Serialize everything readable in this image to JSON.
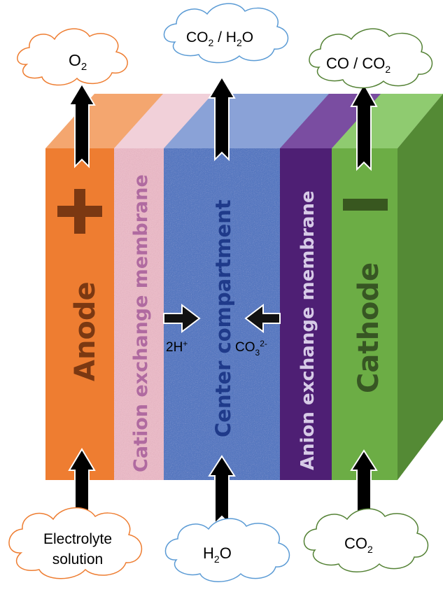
{
  "layers": {
    "anode": "Anode",
    "cation_membrane": "Cation exchange  membrane",
    "center": "Center compartment",
    "anion_membrane": "Anion exchange  membrane",
    "cathode": "Cathode"
  },
  "ions": {
    "proton_main": "2H",
    "proton_sup": "+",
    "carbonate_main": "CO",
    "carbonate_sub": "3",
    "carbonate_sup": "2-"
  },
  "outputs": {
    "anode": {
      "main": "O",
      "sub": "2"
    },
    "center": {
      "pre": "CO",
      "sub": "2",
      "post": " / H",
      "sub2": "2",
      "end": "O"
    },
    "cathode": {
      "pre": "CO / CO",
      "sub": "2"
    }
  },
  "inputs": {
    "anode_line1": "Electrolyte",
    "anode_line2": "solution",
    "center": {
      "pre": "H",
      "sub": "2",
      "post": "O"
    },
    "cathode": {
      "pre": "CO",
      "sub": "2"
    }
  },
  "colors": {
    "anode": "#ee7d31",
    "cation_membrane": "#e9b9c6",
    "center": "#5879c1",
    "anion_membrane": "#4e1f74",
    "cathode": "#6cad45",
    "anode_cloud": "#ee7d31",
    "center_cloud": "#5b9bd5",
    "cathode_cloud": "#548235"
  }
}
